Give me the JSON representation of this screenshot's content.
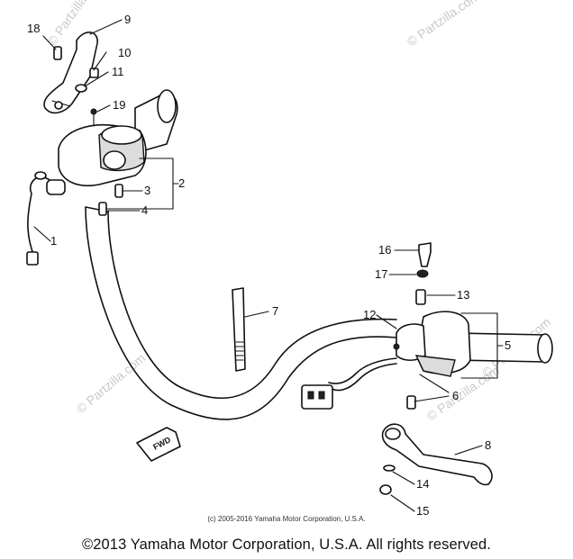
{
  "watermark": "© Partzilla.com",
  "watermarks_extra": [
    "© Partzilla.com",
    "© Partzilla.com",
    "© Partzilla.com",
    "© Partzilla.com"
  ],
  "callouts": {
    "c1": "1",
    "c2": "2",
    "c3": "3",
    "c4": "4",
    "c5": "5",
    "c6": "6",
    "c7": "7",
    "c8": "8",
    "c9": "9",
    "c10": "10",
    "c11": "11",
    "c12": "12",
    "c13": "13",
    "c14": "14",
    "c15": "15",
    "c16": "16",
    "c17": "17",
    "c18": "18",
    "c19": "19"
  },
  "fwd_label": "FWD",
  "small_credit": "(c) 2005-2016 Yamaha Motor Corporation, U.S.A.",
  "footer": "©2013 Yamaha Motor Corporation, U.S.A. All rights reserved."
}
